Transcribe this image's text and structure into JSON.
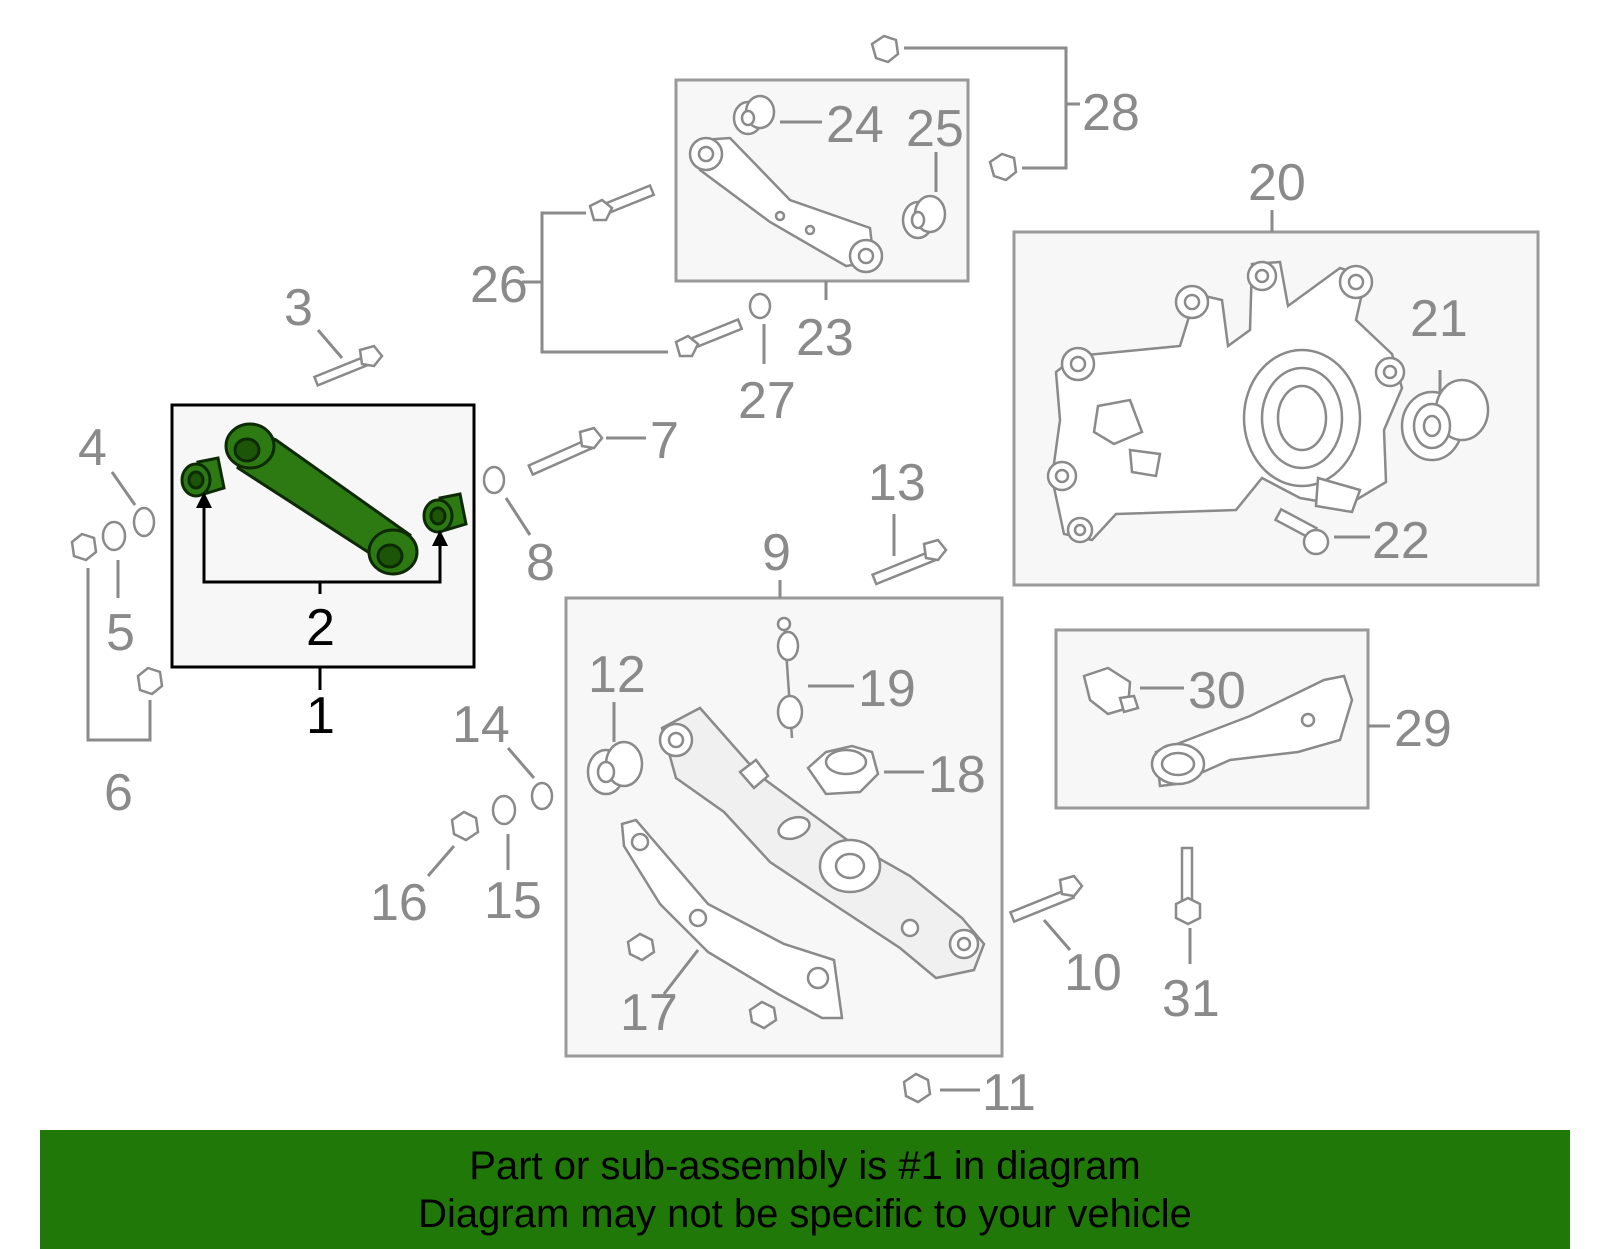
{
  "callouts": {
    "c1": "1",
    "c2": "2",
    "c3": "3",
    "c4": "4",
    "c5": "5",
    "c6": "6",
    "c7": "7",
    "c8": "8",
    "c9": "9",
    "c10": "10",
    "c11": "11",
    "c12": "12",
    "c13": "13",
    "c14": "14",
    "c15": "15",
    "c16": "16",
    "c17": "17",
    "c18": "18",
    "c19": "19",
    "c20": "20",
    "c21": "21",
    "c22": "22",
    "c23": "23",
    "c24": "24",
    "c25": "25",
    "c26": "26",
    "c27": "27",
    "c28": "28",
    "c29": "29",
    "c30": "30",
    "c31": "31"
  },
  "highlighted_part": "1",
  "colors": {
    "highlight_green": "#2d7a12",
    "footer_green": "#207808",
    "line_grey": "#8a8a8a"
  },
  "footer": {
    "line1": "Part or sub-assembly is #1 in diagram",
    "line2": "Diagram may not be specific to your vehicle"
  }
}
